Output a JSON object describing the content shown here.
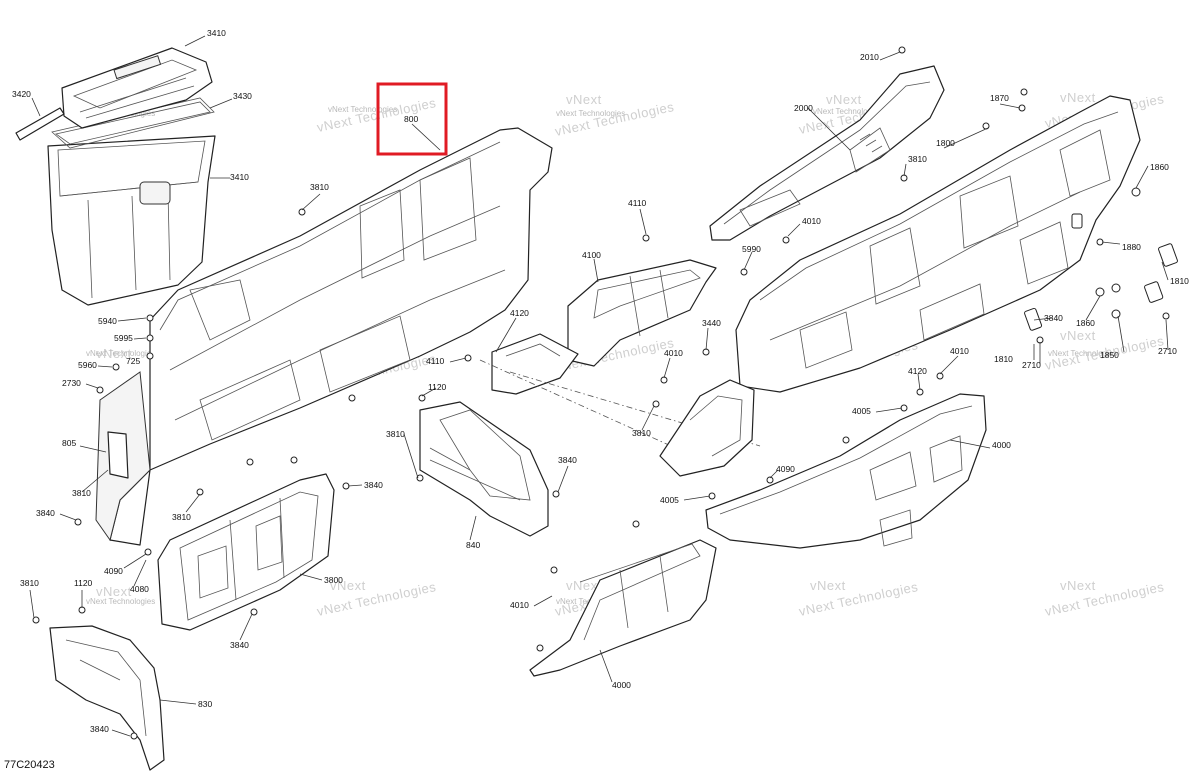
{
  "diagram": {
    "reference_code": "77C20423",
    "highlighted_callout": "800",
    "highlight_color": "#e01b24",
    "watermark_brand": "vNext",
    "watermark_text": "vNext Technologies",
    "callouts": {
      "c3410a": "3410",
      "c3420": "3420",
      "c3430": "3430",
      "c3410b": "3410",
      "c800": "800",
      "c3810a": "3810",
      "c5940": "5940",
      "c5995": "5995",
      "c725": "725",
      "c5960": "5960",
      "c2730": "2730",
      "c805": "805",
      "c3810b": "3810",
      "c3810c": "3810",
      "c3840a": "3840",
      "c4090a": "4090",
      "c4080": "4080",
      "c3810d": "3810",
      "c1120a": "1120",
      "c830": "830",
      "c3840b": "3840",
      "c3840c": "3840",
      "c3800": "3800",
      "c3840d": "3840",
      "c4110a": "4110",
      "c4100": "4100",
      "c4120a": "4120",
      "c4110b": "4110",
      "c1120b": "1120",
      "c3810e": "3810",
      "c3840e": "3840",
      "c840": "840",
      "c2010": "2010",
      "c2000": "2000",
      "c1870": "1870",
      "c1800": "1800",
      "c3810f": "3810",
      "c4010a": "4010",
      "c5990": "5990",
      "c1860a": "1860",
      "c1880": "1880",
      "c1810a": "1810",
      "c3840f": "3840",
      "c1860b": "1860",
      "c1850": "1850",
      "c2710a": "2710",
      "c1810b": "1810",
      "c2710b": "2710",
      "c3440": "3440",
      "c4010b": "4010",
      "c4010c": "4010",
      "c3810g": "3810",
      "c4120b": "4120",
      "c4005a": "4005",
      "c4000a": "4000",
      "c4090b": "4090",
      "c4005b": "4005",
      "c4010d": "4010",
      "c4000b": "4000"
    }
  }
}
